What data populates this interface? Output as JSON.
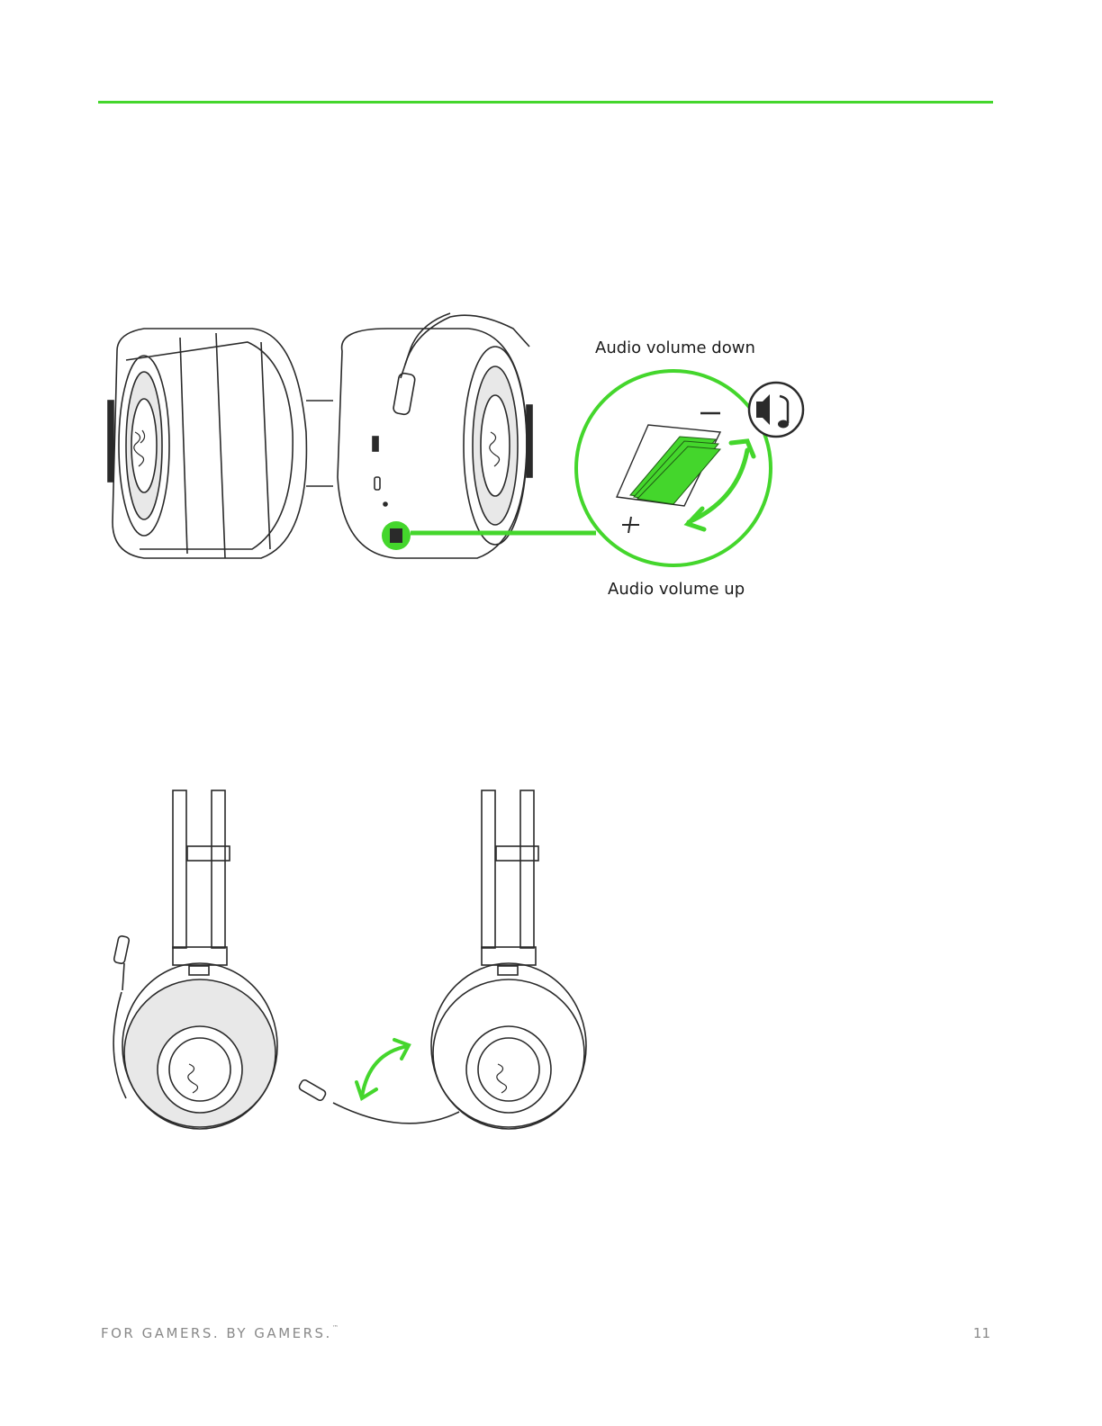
{
  "colors": {
    "accent": "#44d62c",
    "line": "#2a2a2a",
    "footer_text": "#8a8a8a"
  },
  "figure1": {
    "label_volume_down": "Audio volume down",
    "label_volume_up": "Audio volume up",
    "icons": [
      "razer-logo-icon",
      "speaker-music-icon",
      "volume-wheel-icon",
      "double-arrow-icon"
    ]
  },
  "figure2": {
    "icons": [
      "razer-logo-icon",
      "double-arrow-icon",
      "microphone-icon"
    ]
  },
  "footer": {
    "tagline": "FOR GAMERS. BY GAMERS.",
    "tm": "™",
    "page_number": "11"
  }
}
